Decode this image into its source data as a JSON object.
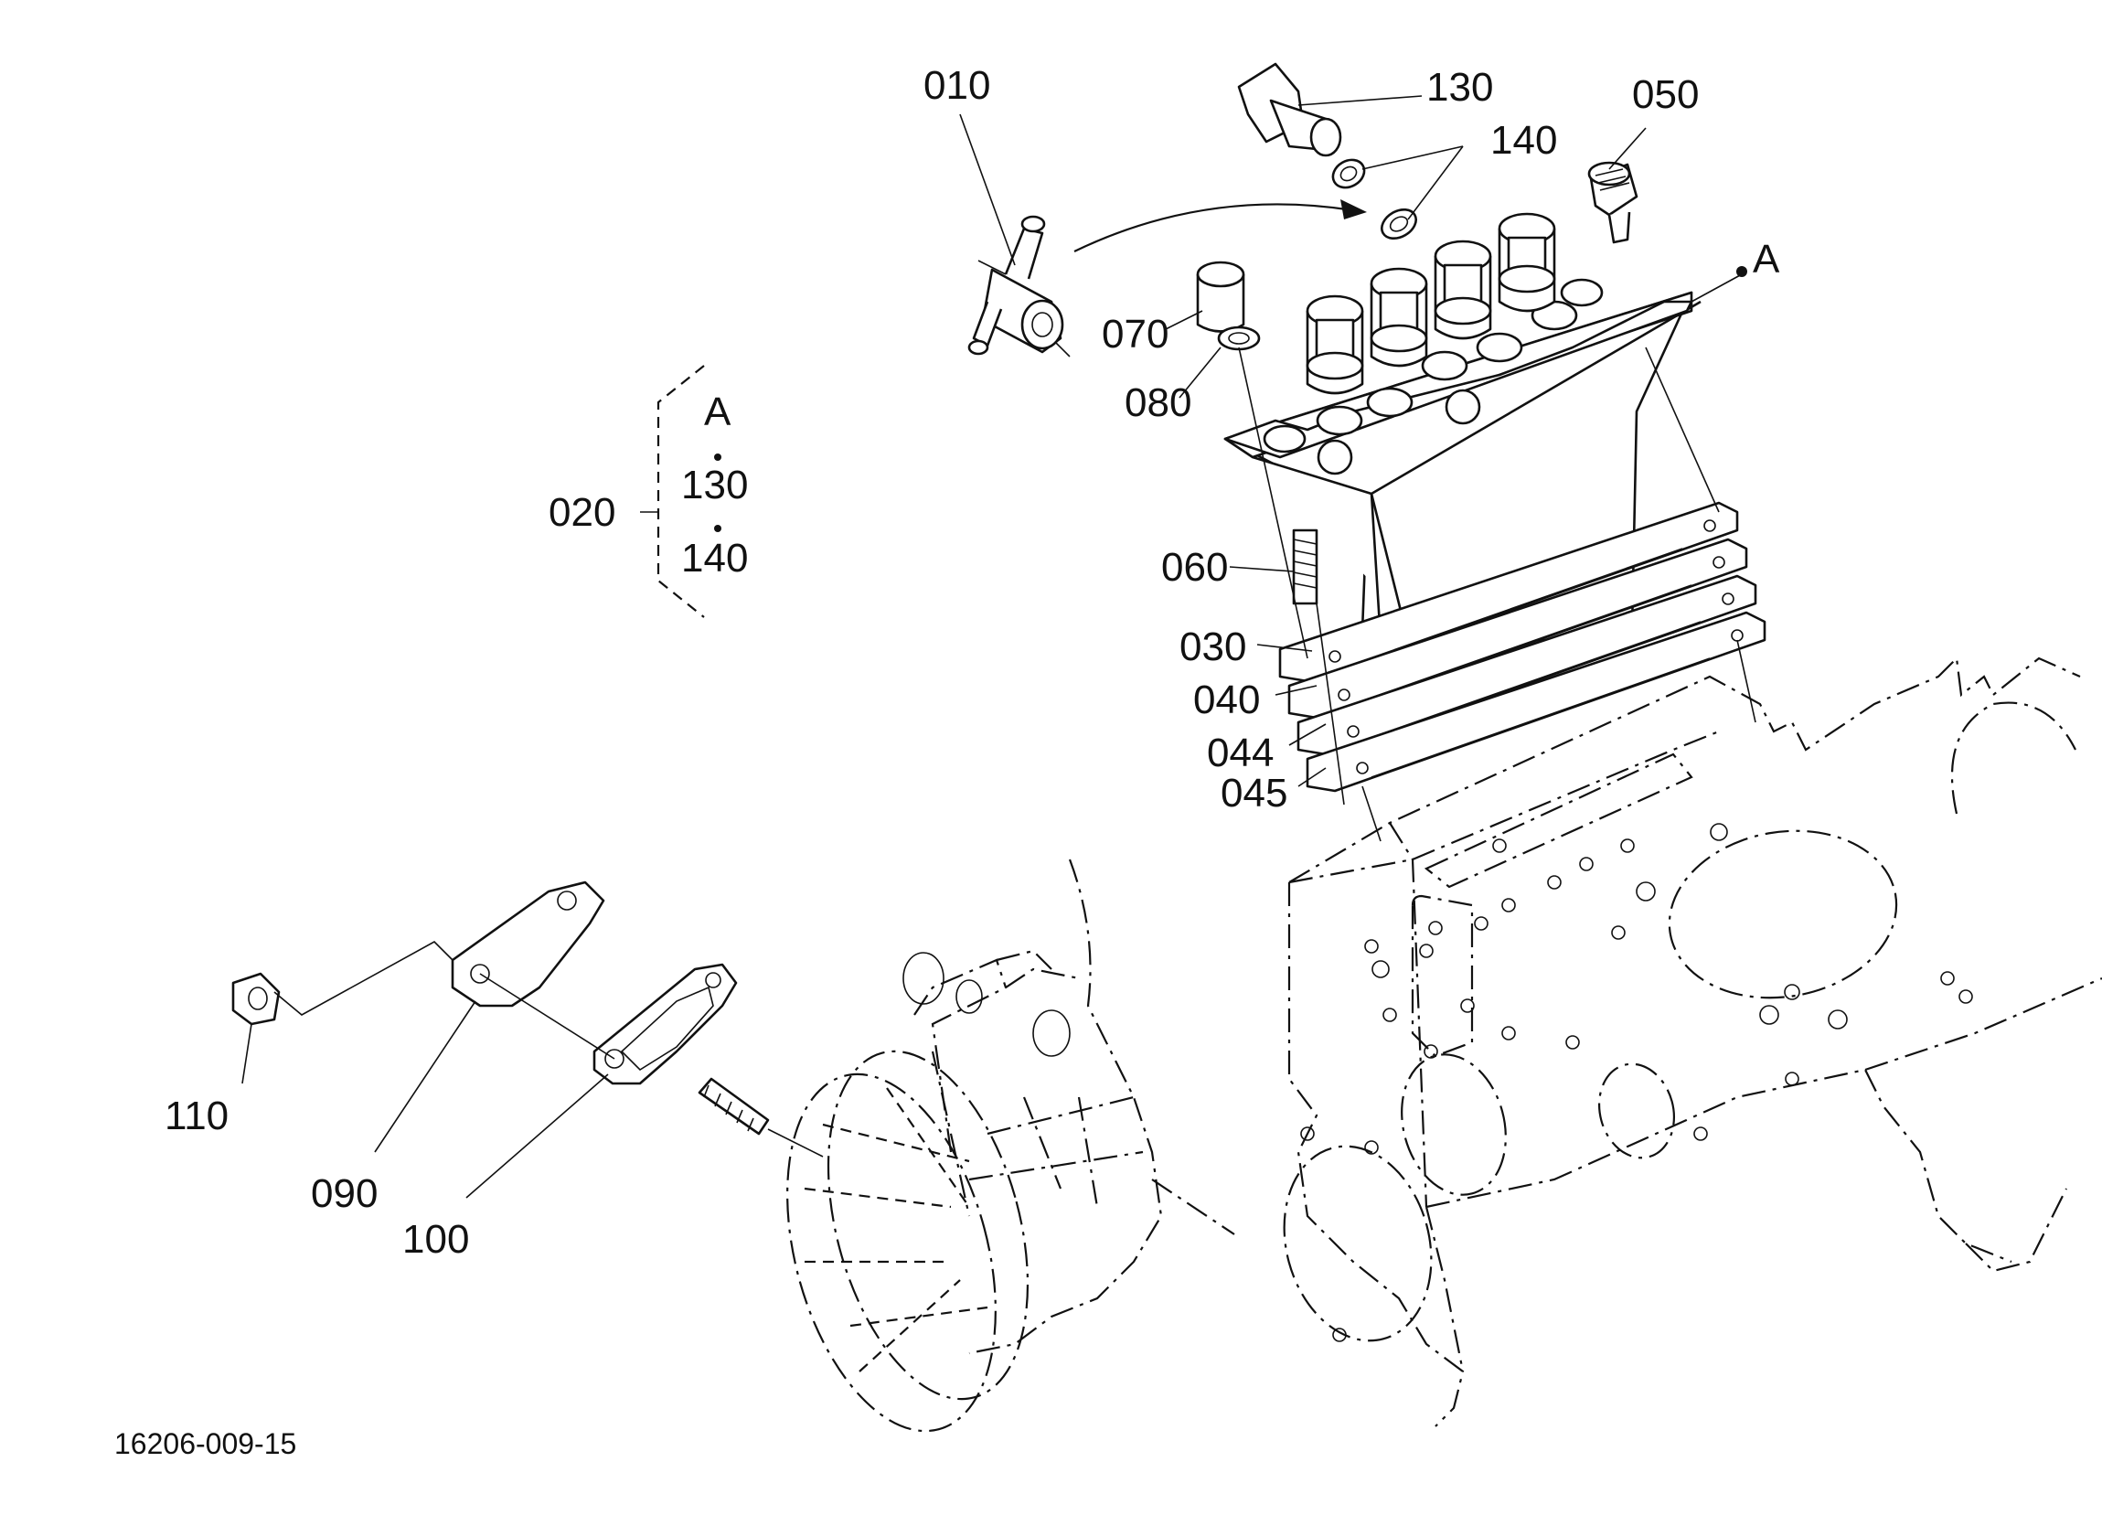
{
  "parts": {
    "p010": "010",
    "p020": "020",
    "p030": "030",
    "p040": "040",
    "p044": "044",
    "p045": "045",
    "p050": "050",
    "p060": "060",
    "p070": "070",
    "p080": "080",
    "p090": "090",
    "p100": "100",
    "p110": "110",
    "p130": "130",
    "p140": "140"
  },
  "group_020": {
    "ref": "A",
    "items": [
      "130",
      "140"
    ]
  },
  "reference_point": "A",
  "document_number": "16206-009-15"
}
